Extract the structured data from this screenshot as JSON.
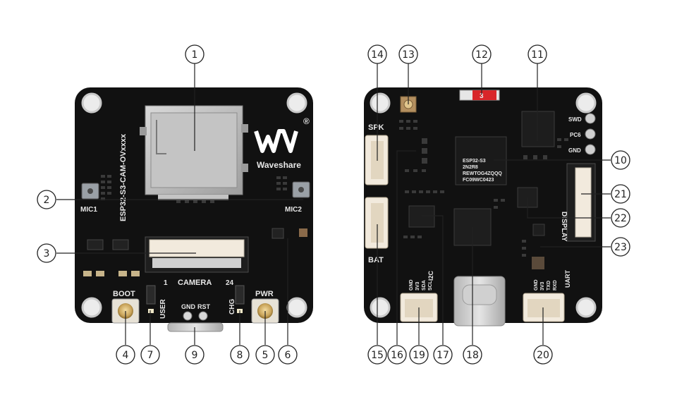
{
  "front_board": {
    "model_text": "ESP32-S3-CAM-OVxxxx",
    "brand_name": "Waveshare",
    "registered_mark": "®",
    "labels": {
      "mic1": "MIC1",
      "mic2": "MIC2",
      "boot": "BOOT",
      "pwr": "PWR",
      "user": "USER",
      "chg": "CHG",
      "camera": "CAMERA",
      "pin24": "24",
      "pin1": "1",
      "gnd": "GND",
      "rst": "RST"
    }
  },
  "back_board": {
    "labels": {
      "spk": "SPK",
      "bat": "BAT",
      "swd": "SWD",
      "pc6": "PC6",
      "gnd": "GND",
      "display": "DISPLAY",
      "i2c": "I2C",
      "uart": "UART",
      "i2c_pins": [
        "GND",
        "3V3",
        "SDA",
        "SCL"
      ],
      "uart_pins": [
        "GND",
        "3V3",
        "TXD",
        "RXD"
      ],
      "chip_lines": [
        "ESP32-S3",
        "2N2R8",
        "REWTOG4ZQQQ",
        "FC09WC0423"
      ],
      "jumper": "3"
    }
  },
  "callouts": [
    "1",
    "2",
    "3",
    "4",
    "5",
    "6",
    "7",
    "8",
    "9",
    "10",
    "11",
    "12",
    "13",
    "14",
    "15",
    "16",
    "17",
    "18",
    "19",
    "20",
    "21",
    "22",
    "23"
  ],
  "colors": {
    "pcb": "#111111",
    "silkscreen": "#e8e8e8",
    "gold": "#c9a45a",
    "sd_metal": "#bdbdbd",
    "connector_white": "#f2eadd",
    "red_switch": "#d8262a"
  }
}
